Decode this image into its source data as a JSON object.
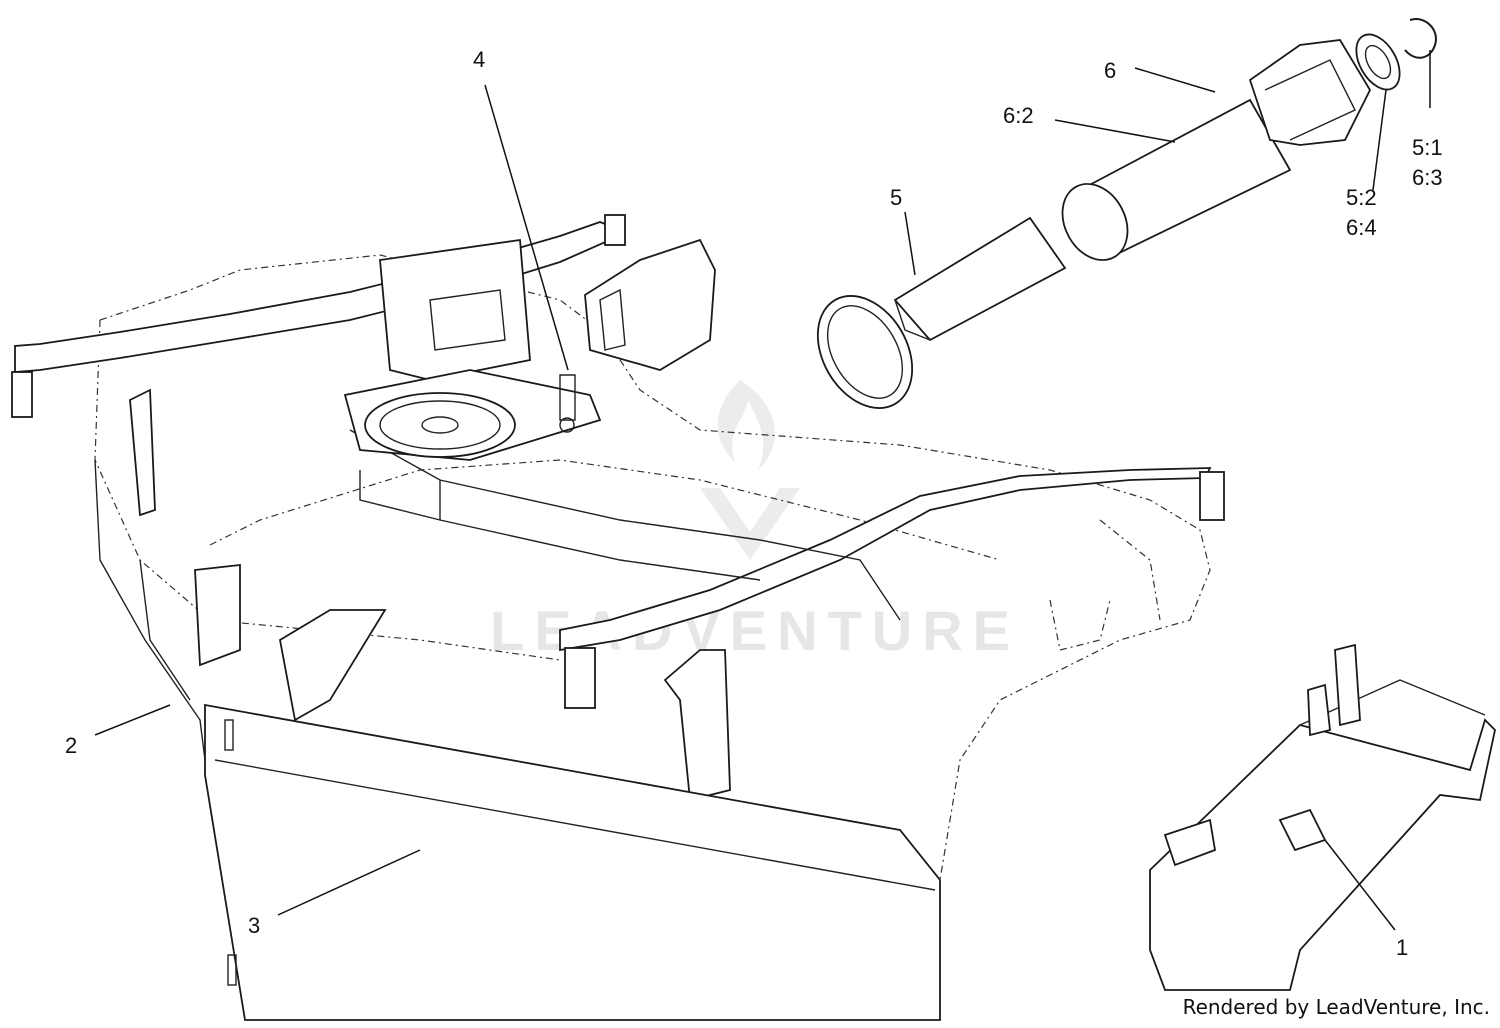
{
  "callouts": {
    "c1": "1",
    "c2": "2",
    "c3": "3",
    "c4": "4",
    "c5": "5",
    "c6": "6",
    "c62": "6:2",
    "c52": "5:2",
    "c64": "6:4",
    "c51": "5:1",
    "c63": "6:3"
  },
  "watermark": "LEADVENTURE",
  "credit": "Rendered by LeadVenture, Inc."
}
